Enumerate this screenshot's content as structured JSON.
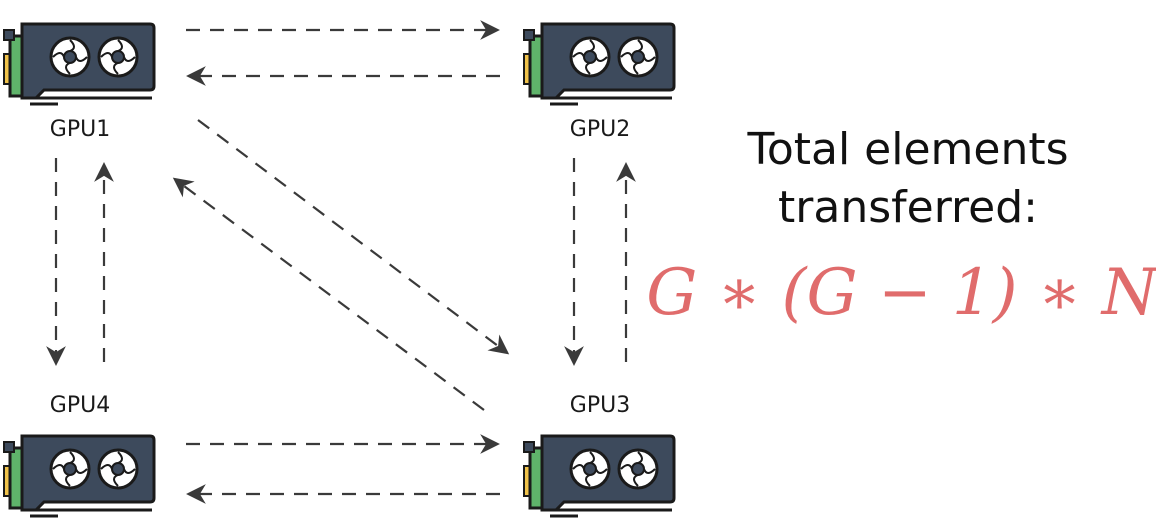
{
  "gpus": [
    {
      "label": "GPU1"
    },
    {
      "label": "GPU2"
    },
    {
      "label": "GPU3"
    },
    {
      "label": "GPU4"
    }
  ],
  "caption": {
    "line1": "Total elements",
    "line2": "transferred:",
    "formula": "G ∗ (G − 1) ∗ N",
    "formula_color": "#e06c6c"
  },
  "colors": {
    "gpu_body": "#3d4a5c",
    "gpu_fan": "#ffffff",
    "gpu_pcb": "#5fb36a",
    "gpu_connector": "#f0c24a",
    "arrow": "#3a3a3a"
  },
  "icons": [
    "gpu-card-icon"
  ]
}
